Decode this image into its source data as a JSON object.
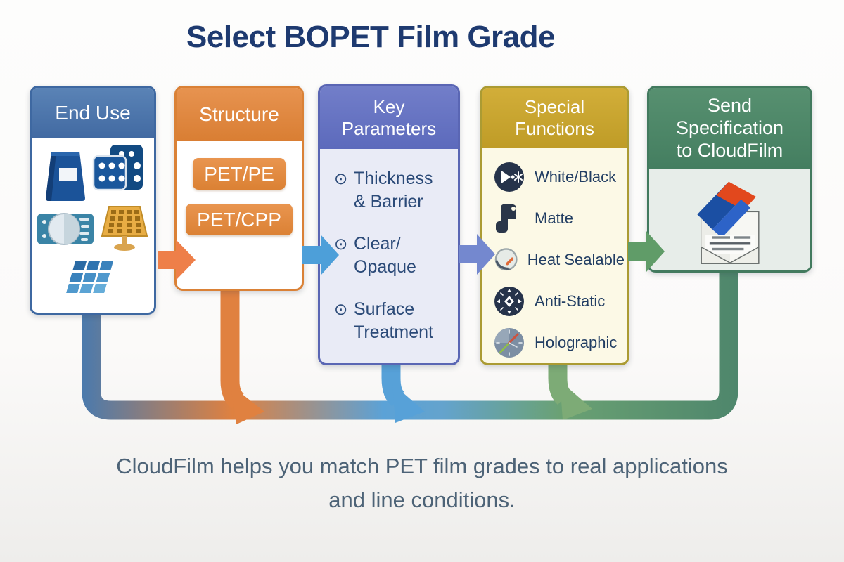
{
  "title": "Select BOPET Film Grade",
  "caption": "CloudFilm helps you match PET film grades to real applications\nand line conditions.",
  "columns": [
    {
      "id": "end-use",
      "label": "End Use",
      "accent": "#4a74ab",
      "icons": [
        "pouch-icon",
        "blister-pack-icon",
        "label-gauge-icon",
        "solar-panel-icon",
        "pv-module-icon"
      ]
    },
    {
      "id": "structure",
      "label": "Structure",
      "accent": "#e0873d",
      "options": [
        "PET/PE",
        "PET/CPP"
      ]
    },
    {
      "id": "key-parameters",
      "label": "Key\nParameters",
      "accent": "#6b76c3",
      "bullet": "⊙",
      "items": [
        "Thickness\n& Barrier",
        "Clear/\nOpaque",
        "Surface\nTreatment"
      ]
    },
    {
      "id": "special-functions",
      "label": "Special\nFunctions",
      "accent": "#c7a42e",
      "items": [
        {
          "icon": "white-black-icon",
          "label": "White/Black"
        },
        {
          "icon": "matte-icon",
          "label": "Matte"
        },
        {
          "icon": "heat-sealable-icon",
          "label": "Heat Sealable"
        },
        {
          "icon": "anti-static-icon",
          "label": "Anti-Static"
        },
        {
          "icon": "holographic-icon",
          "label": "Holographic"
        }
      ]
    },
    {
      "id": "send-specification",
      "label": "Send\nSpecification\nto CloudFilm",
      "accent": "#4e8a6b",
      "icon": "envelope-send-icon"
    }
  ],
  "flow": {
    "direction": "left-to-right",
    "connector_colors": [
      "#4a7aad",
      "#df8140",
      "#5ba2d7",
      "#6aa173",
      "#4e866c"
    ]
  }
}
